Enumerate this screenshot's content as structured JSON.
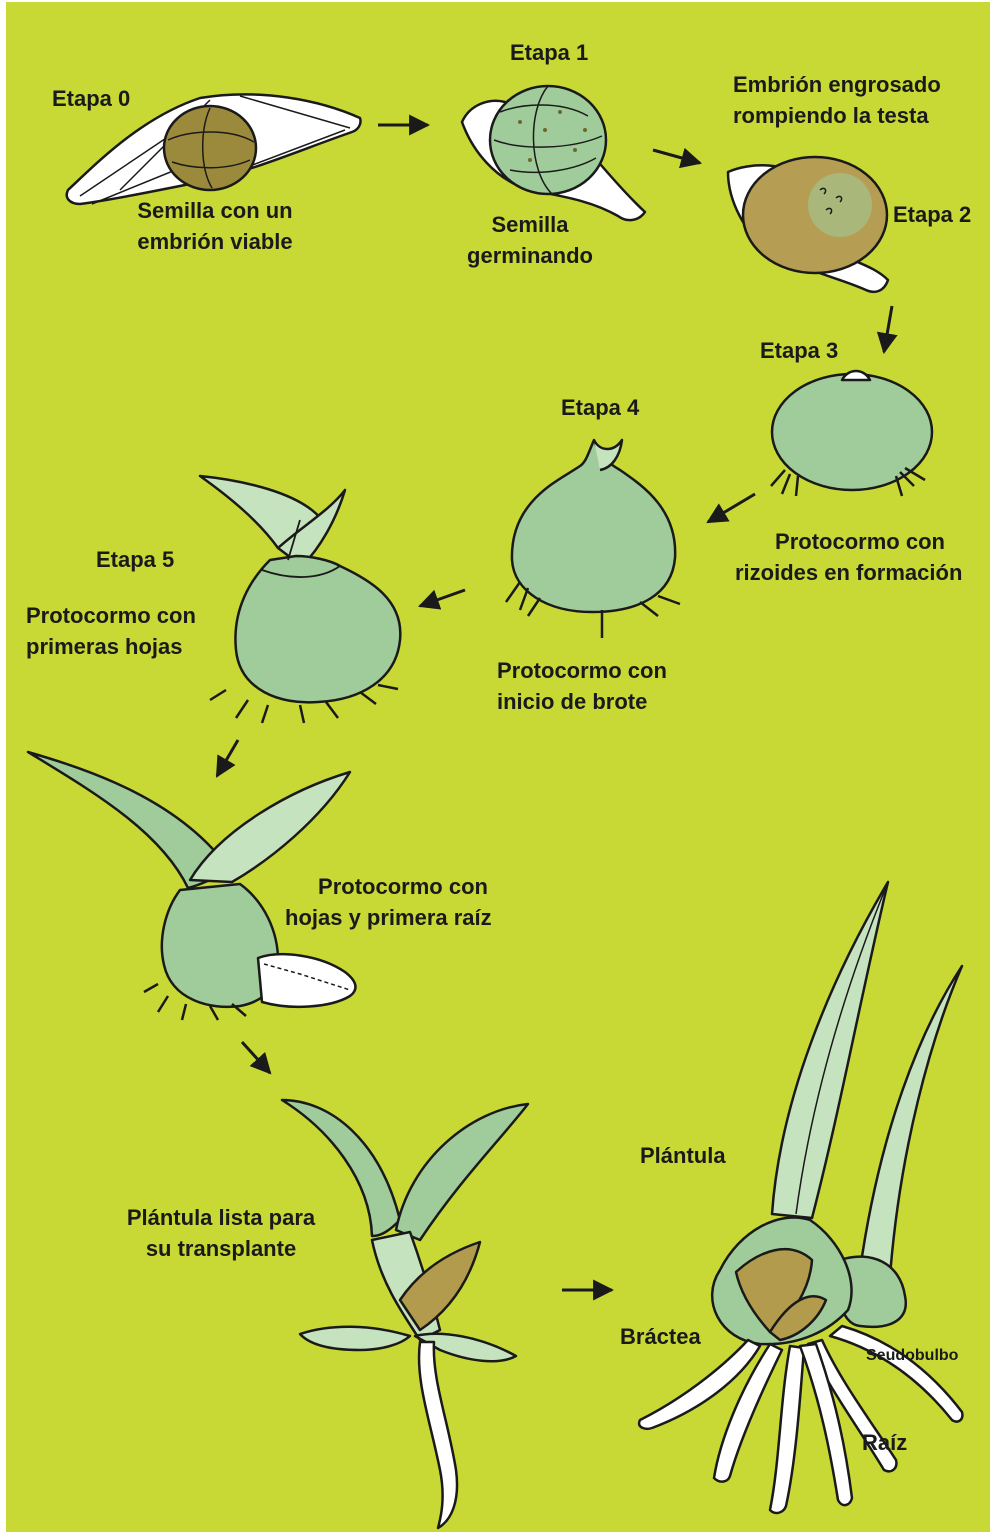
{
  "colors": {
    "background": "#c8d936",
    "tissue": "#9fcc9a",
    "tissue_light": "#c6e3bf",
    "seed_coat": "#ffffff",
    "embryo_brown": "#9c8a3c",
    "bract": "#b29b4c",
    "root": "#ffffff",
    "outline": "#1a1a1a"
  },
  "stages": [
    {
      "stage": "Etapa 0",
      "caption_l1": "Semilla con un",
      "caption_l2": "embrión viable",
      "icon": "seed-with-embryo"
    },
    {
      "stage": "Etapa 1",
      "caption_l1": "Semilla",
      "caption_l2": "germinando",
      "icon": "germinating-seed"
    },
    {
      "stage": "Etapa 2",
      "caption_l1": "Embrión engrosado",
      "caption_l2": "rompiendo la testa",
      "icon": "swollen-embryo"
    },
    {
      "stage": "Etapa 3",
      "caption_l1": "Protocormo con",
      "caption_l2": "rizoides en formación",
      "icon": "protocorm-rhizoids"
    },
    {
      "stage": "Etapa 4",
      "caption_l1": "Protocormo con",
      "caption_l2": "inicio de brote",
      "icon": "protocorm-shoot"
    },
    {
      "stage": "Etapa 5",
      "caption_l1": "Protocormo con",
      "caption_l2": "primeras hojas",
      "icon": "protocorm-leaves"
    },
    {
      "stage": "",
      "caption_l1": "Protocormo con",
      "caption_l2": "hojas y primera raíz",
      "icon": "protocorm-leaves-root"
    },
    {
      "stage": "",
      "caption_l1": "Plántula lista para",
      "caption_l2": "su transplante",
      "icon": "seedling"
    }
  ],
  "final_plant": {
    "icon": "mature-orchid",
    "labels": {
      "plantula": "Plántula",
      "bractea": "Bráctea",
      "seudobulbo": "Seudobulbo",
      "raiz": "Raíz"
    }
  },
  "arrows_count": 8
}
